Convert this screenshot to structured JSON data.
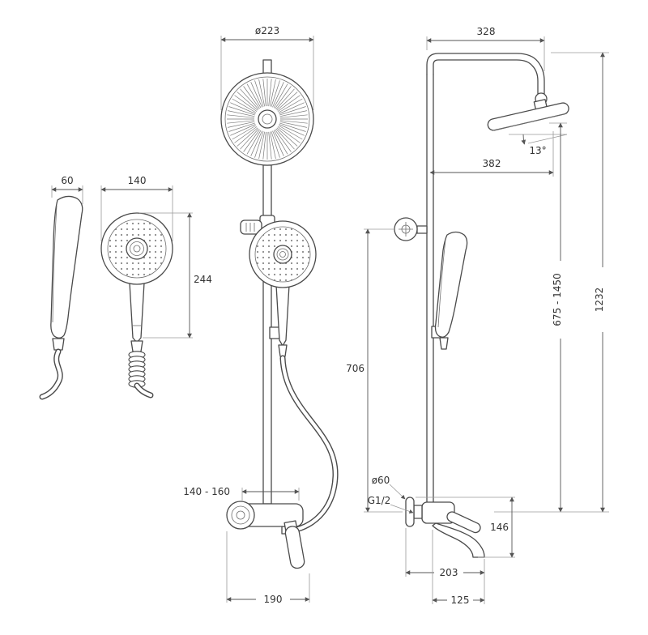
{
  "views": {
    "handshower_side": {
      "width": "60"
    },
    "handshower_front": {
      "width": "140",
      "length": "244"
    },
    "column_front": {
      "head_diameter": "ø223",
      "inlet_spacing": "140 - 160",
      "mixer_width": "190"
    },
    "column_side": {
      "arm_reach": "328",
      "head_offset": "382",
      "head_angle": "13°",
      "holder_height": "706",
      "height_range": "675 - 1450",
      "total_height": "1232",
      "flange_diameter": "ø60",
      "connection_thread": "G1/2",
      "spout_height": "146",
      "spout_reach_wall": "203",
      "spout_reach_axis": "125"
    }
  }
}
